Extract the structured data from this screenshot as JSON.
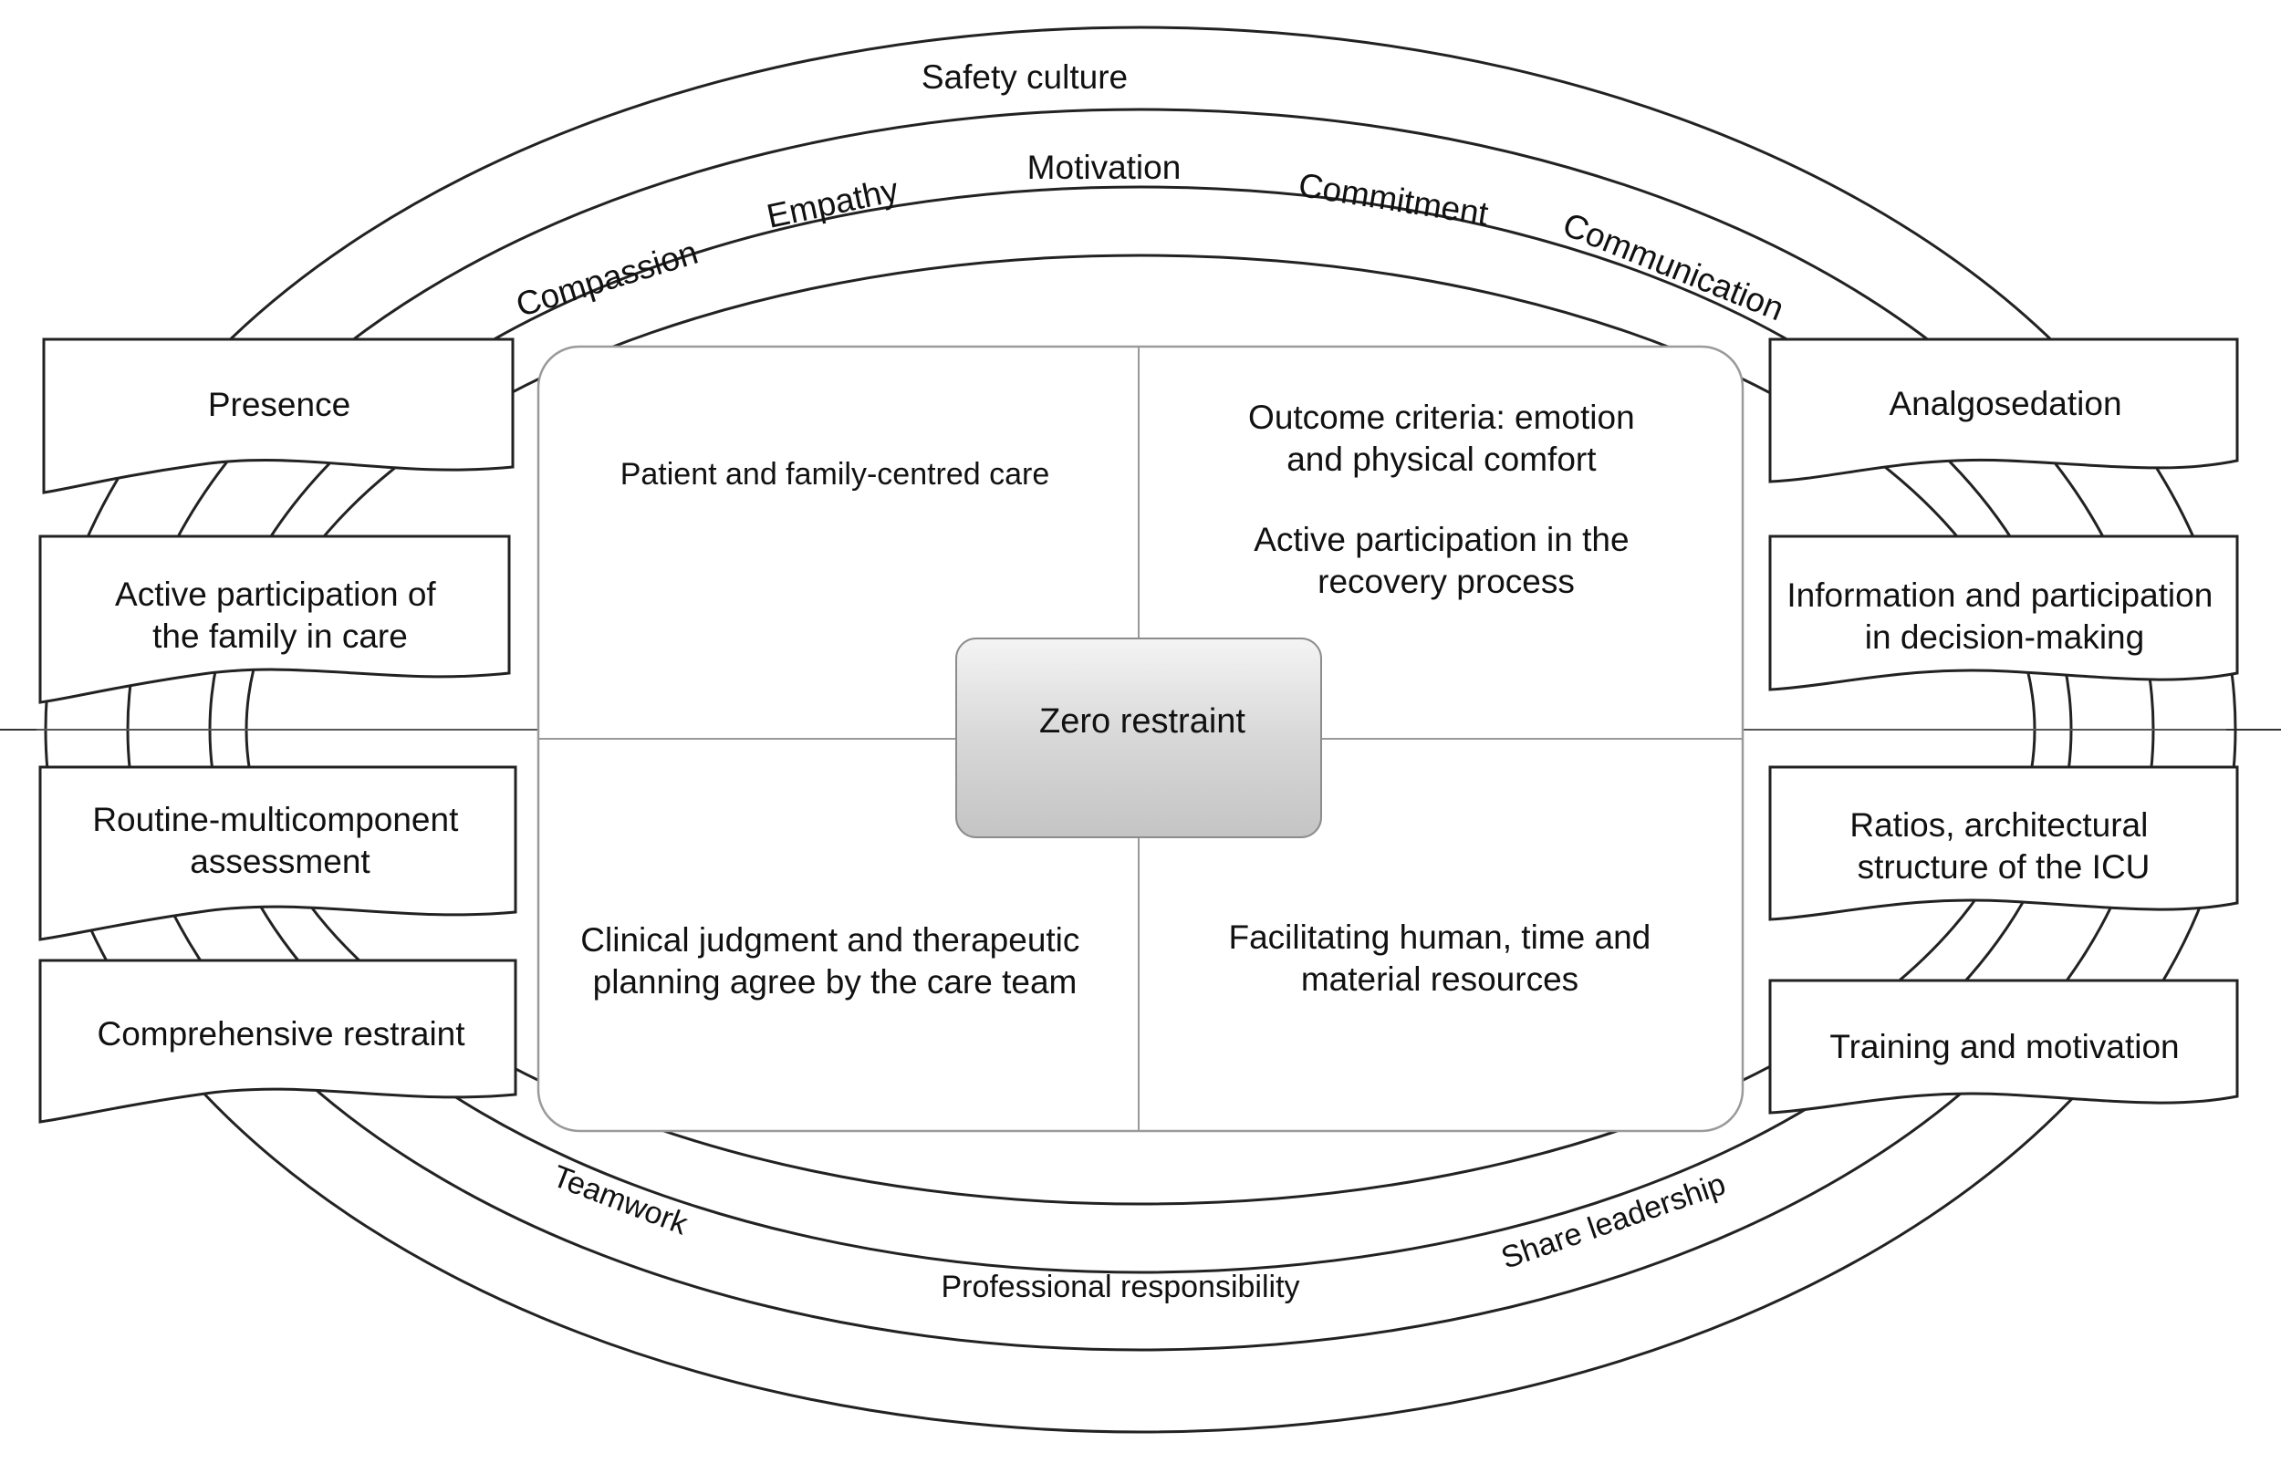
{
  "diagram": {
    "outer_ring_label": "Safety culture",
    "upper_arc_labels": [
      "Compassion",
      "Empathy",
      "Motivation",
      "Commitment",
      "Communication"
    ],
    "lower_arc_labels": [
      "Teamwork",
      "Professional responsibility",
      "Share leadership"
    ],
    "center": "Zero restraint",
    "quadrants": {
      "top_left": [
        "Patient and family-centred care"
      ],
      "top_right": [
        "Outcome criteria: emotion",
        "and physical comfort",
        "Active participation in the",
        "recovery process"
      ],
      "bottom_left": [
        "Clinical judgment and therapeutic",
        "planning agree by the care team"
      ],
      "bottom_right": [
        "Facilitating human, time and",
        "material resources"
      ]
    },
    "left_boxes": [
      {
        "lines": [
          "Presence"
        ]
      },
      {
        "lines": [
          "Active participation of",
          "the family in care"
        ]
      },
      {
        "lines": [
          "Routine-multicomponent",
          "assessment"
        ]
      },
      {
        "lines": [
          "Comprehensive restraint"
        ]
      }
    ],
    "right_boxes": [
      {
        "lines": [
          "Analgosedation"
        ]
      },
      {
        "lines": [
          "Information and participation",
          "in decision-making"
        ]
      },
      {
        "lines": [
          "Ratios, architectural",
          "structure of the ICU"
        ]
      },
      {
        "lines": [
          "Training and motivation"
        ]
      }
    ]
  }
}
